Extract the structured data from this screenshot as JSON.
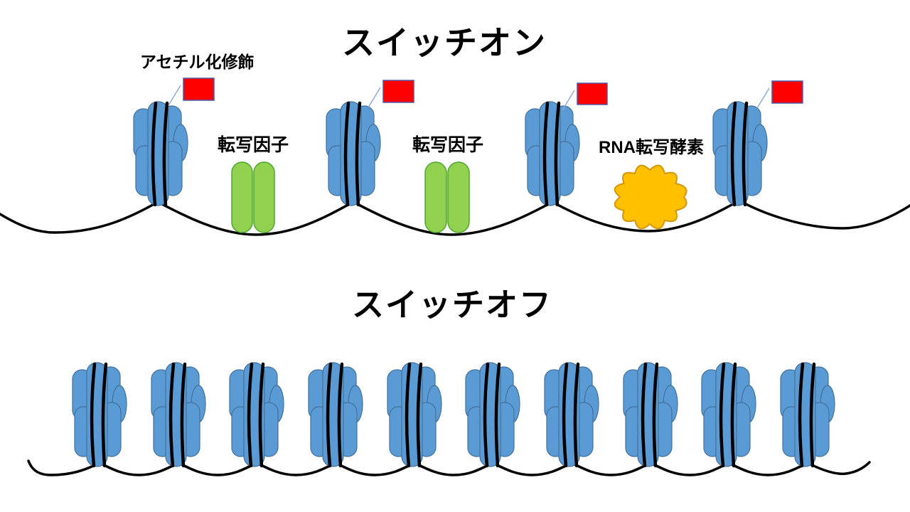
{
  "sections": {
    "switch_on": {
      "title": "スイッチオン",
      "acetylation_label": "アセチル化修飾",
      "transcription_factor_labels": [
        "転写因子",
        "転写因子"
      ],
      "rna_polymerase_label": "RNA転写酵素",
      "nucleosome_count": 4,
      "acetyl_flag_count": 4,
      "transcription_factor_dimer_count": 2,
      "rna_polymerase_count": 1
    },
    "switch_off": {
      "title": "スイッチオフ",
      "nucleosome_count": 10
    }
  },
  "colors": {
    "background": "#FFFFFF",
    "text": "#000000",
    "dna_strand": "#000000",
    "nucleosome_fill": "#5B9BD5",
    "nucleosome_border": "#41719C",
    "acetyl_flag_fill": "#FF0000",
    "acetyl_flag_border": "#4F5AA5",
    "flag_connector": "#8FAADC",
    "transcription_factor_fill": "#92D050",
    "transcription_factor_border": "#4EA72E",
    "rna_polymerase_fill": "#FFC000",
    "rna_polymerase_border": "#D4950B"
  }
}
